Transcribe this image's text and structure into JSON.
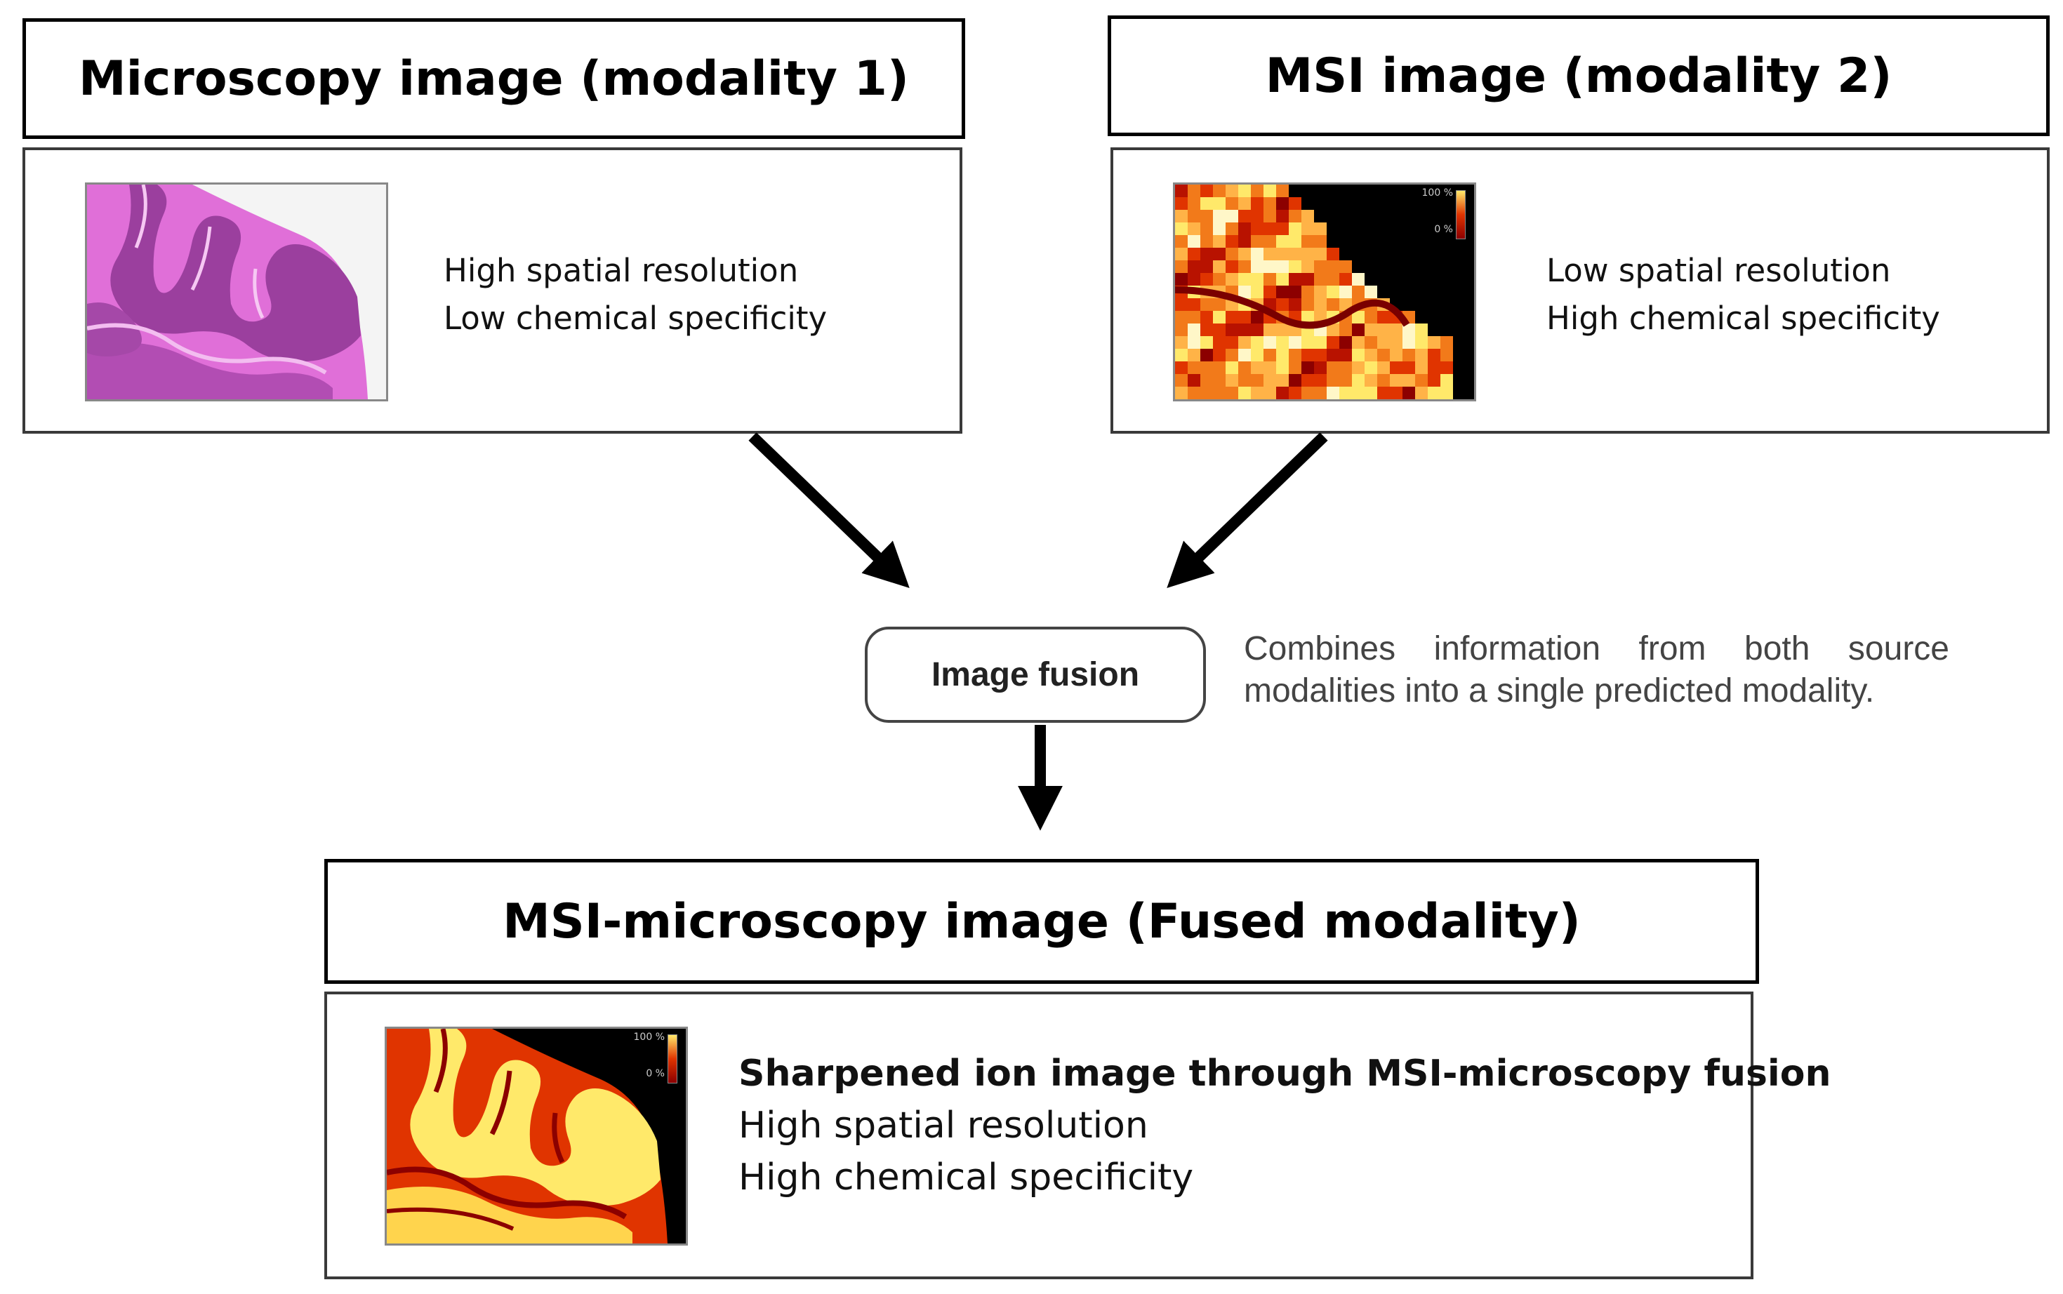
{
  "modality1": {
    "title": "Microscopy image (modality 1)",
    "lines": [
      "High spatial resolution",
      "Low chemical specificity"
    ]
  },
  "modality2": {
    "title": "MSI image (modality 2)",
    "lines": [
      "Low spatial resolution",
      "High chemical specificity"
    ],
    "scale_top": "100 %",
    "scale_bottom": "0 %"
  },
  "fusion": {
    "label": "Image fusion",
    "note_line1": "Combines information from both source",
    "note_line2": "modalities into a single predicted modality."
  },
  "fused": {
    "title": "MSI-microscopy image (Fused modality)",
    "headline": "Sharpened ion image through MSI-microscopy fusion",
    "lines": [
      "High spatial resolution",
      "High chemical specificity"
    ],
    "scale_top": "100 %",
    "scale_bottom": "0 %"
  },
  "colors": {
    "he_background": "#e06fd8",
    "he_dark": "#9b3f9e",
    "msi_low": "#8c0000",
    "msi_mid": "#e03400",
    "msi_high": "#ffe96a",
    "msi_bg": "#000000"
  }
}
